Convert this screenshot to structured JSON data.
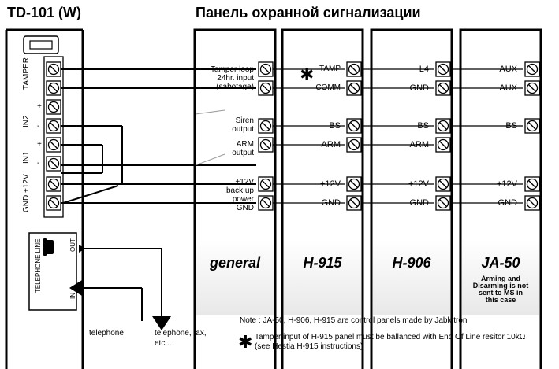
{
  "header": {
    "device_title": "TD-101 (W)",
    "panel_title": "Панель охранной сигнализации"
  },
  "device": {
    "terminals": [
      "TAMPER",
      "IN2",
      "IN1",
      "GND +12V"
    ],
    "polarity": {
      "plus": "+",
      "minus": "-"
    },
    "telephone_module": {
      "label": "TELEPHONE LINE",
      "out": "OUT",
      "in": "IN"
    }
  },
  "general_labels": {
    "tamper": "Tamper loop",
    "tamper2": "24hr. input",
    "tamper3": "(sabotage)",
    "siren": "Siren",
    "siren2": "output",
    "arm": "ARM",
    "arm2": "output",
    "power1": "+12V",
    "power2": "back up",
    "power3": "power",
    "power4": "GND"
  },
  "panels": [
    {
      "name": "general"
    },
    {
      "name": "H-915",
      "labels": [
        "TAMP",
        "COMM",
        "BS",
        "ARM",
        "+12V",
        "GND"
      ]
    },
    {
      "name": "H-906",
      "labels": [
        "L4",
        "GND",
        "BS",
        "ARM",
        "+12V",
        "GND"
      ]
    },
    {
      "name": "JA-50",
      "labels": [
        "AUX",
        "AUX",
        "BS",
        "+12V",
        "GND"
      ],
      "note": "Arming and Disarming is not sent to MS in this case"
    }
  ],
  "bottom": {
    "telephone": "telephone",
    "telephone_fax": "telephone, fax,",
    "etc": "etc...",
    "note": "Note : JA-50, H-906, H-915 are control panels made by Jablotron",
    "asterisk_note1": "Tamper input of H-915 panel must be ballanced with End Of Line resitor 10kΩ",
    "asterisk_note2": "(see Hestia H-915 instructions)",
    "asterisk": "✱"
  }
}
